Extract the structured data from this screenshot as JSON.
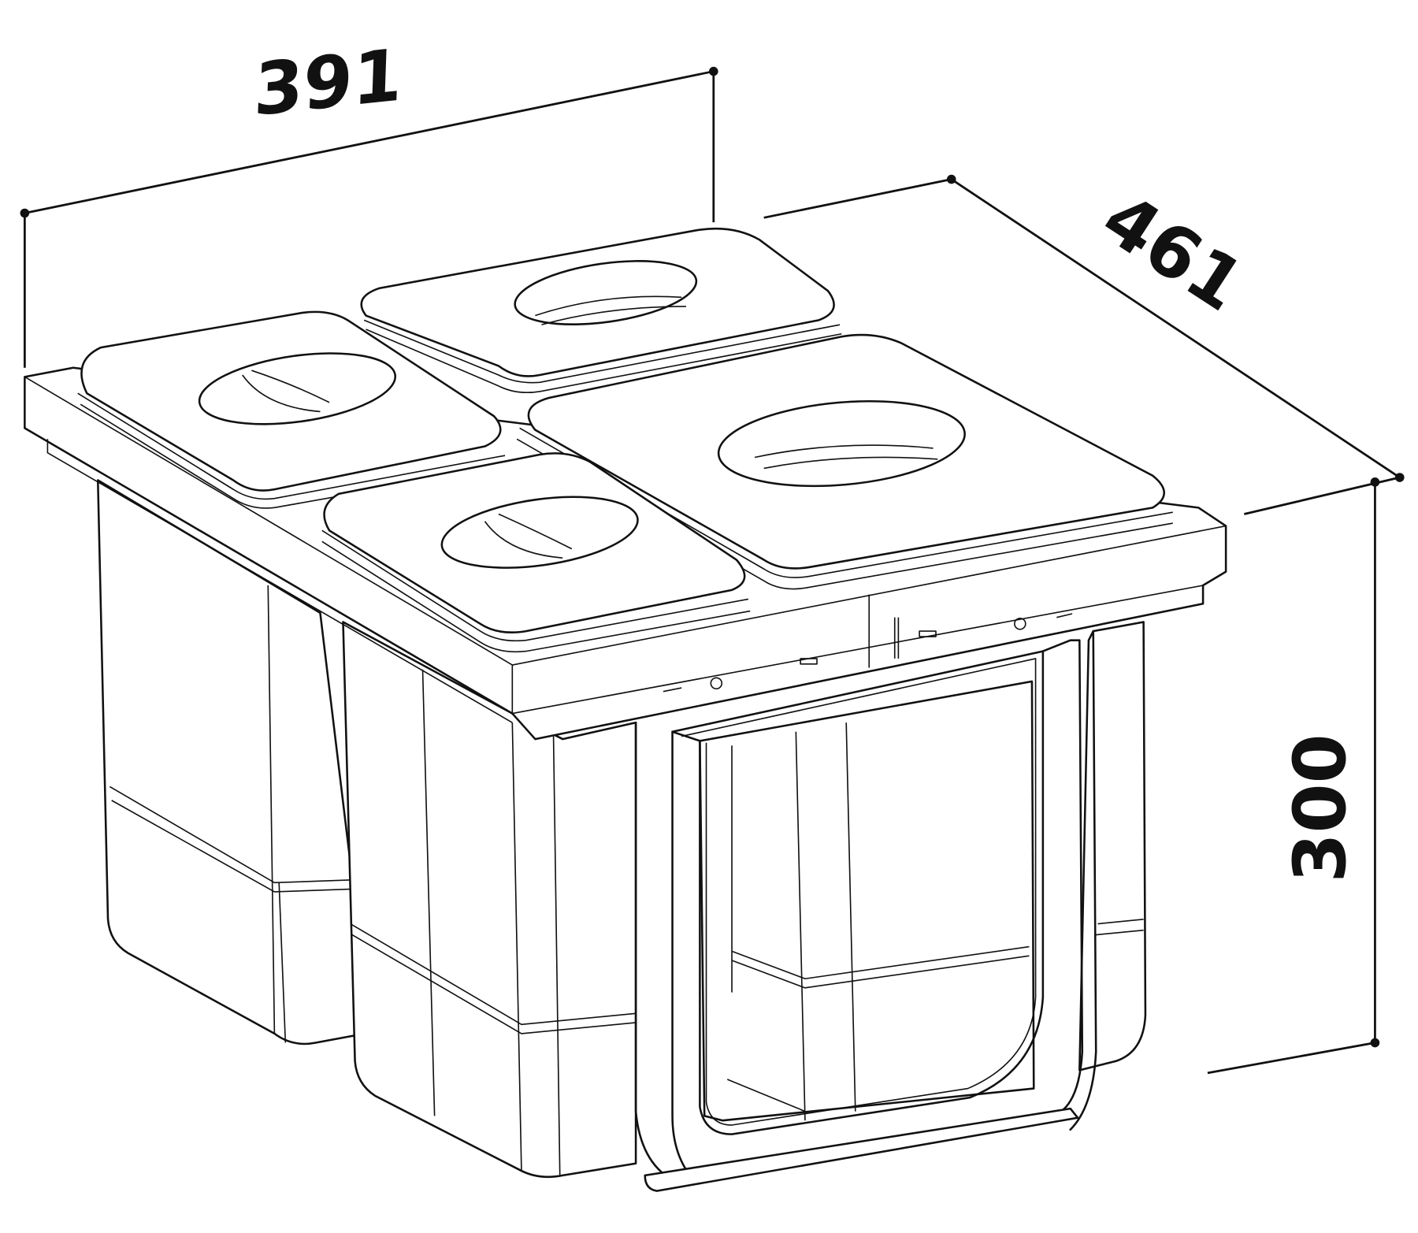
{
  "dimensions": {
    "width": "391",
    "depth": "461",
    "height": "300"
  },
  "colors": {
    "line": "#111111",
    "background": "#ffffff"
  }
}
